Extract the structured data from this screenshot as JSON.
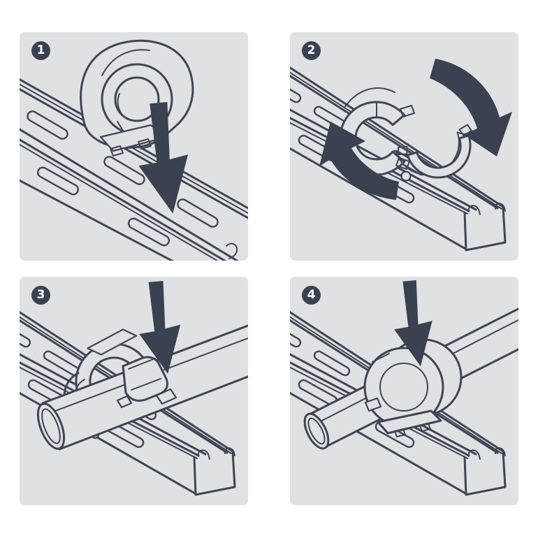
{
  "colors": {
    "canvas": "#ffffff",
    "panel_background": "#e0e1e3",
    "line": "#3e4553",
    "arrow": "#3a4150",
    "badge_background": "#3a4150",
    "badge_text": "#ffffff"
  },
  "steps": [
    {
      "number": "1",
      "scene": "clamp-lowered-onto-strut-channel",
      "icons": [
        "down-arrow-icon"
      ]
    },
    {
      "number": "2",
      "scene": "clamp-halves-rotated-open-on-channel",
      "icons": [
        "rotate-arrow-icon",
        "rotate-arrow-icon"
      ]
    },
    {
      "number": "3",
      "scene": "pipe-placed-into-open-clamp",
      "icons": [
        "down-arrow-icon"
      ]
    },
    {
      "number": "4",
      "scene": "clamp-pressed-closed-over-pipe",
      "icons": [
        "down-arrow-icon"
      ]
    }
  ]
}
